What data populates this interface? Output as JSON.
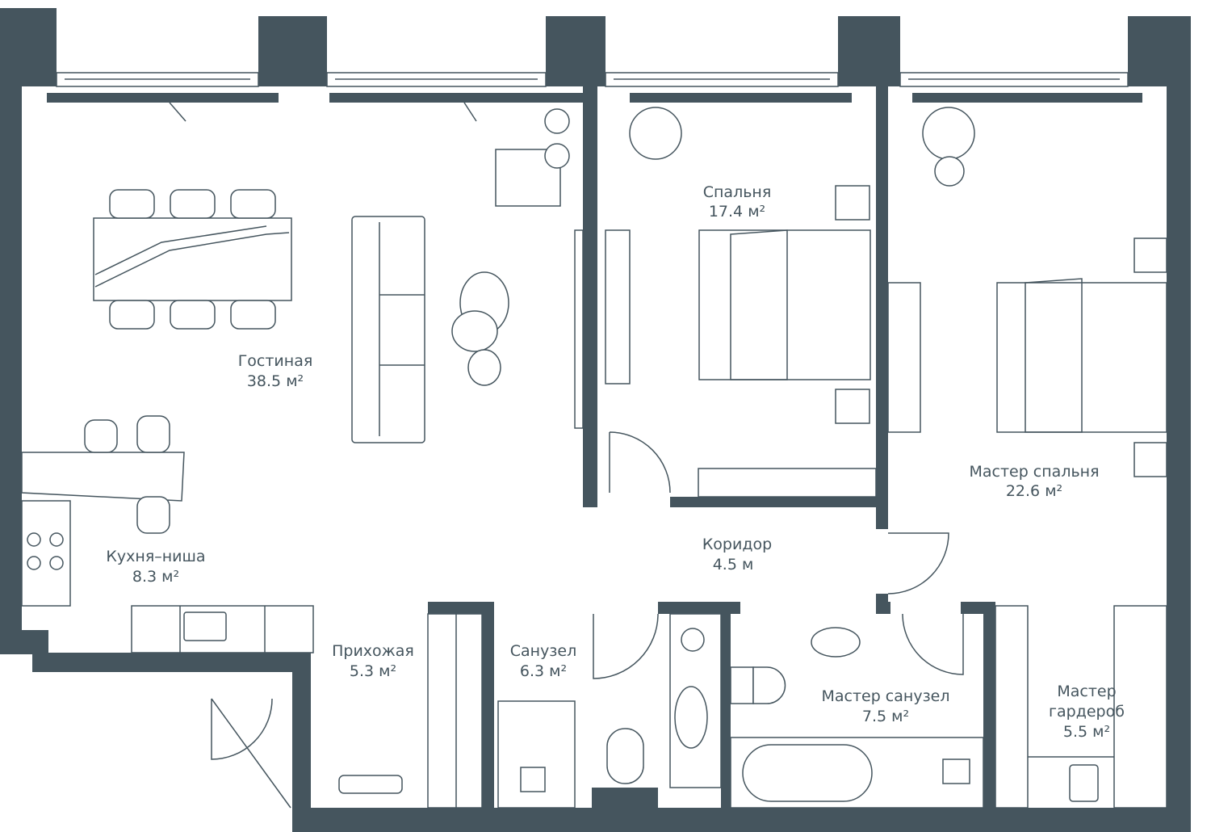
{
  "plan": {
    "wall_color": "#45555e",
    "rooms": [
      {
        "name": "Гостиная",
        "area": "38.5 м²"
      },
      {
        "name": "Спальня",
        "area": "17.4 м²"
      },
      {
        "name": "Мастер спальня",
        "area": "22.6 м²"
      },
      {
        "name": "Кухня–ниша",
        "area": "8.3 м²"
      },
      {
        "name": "Коридор",
        "area": "4.5 м"
      },
      {
        "name": "Прихожая",
        "area": "5.3 м²"
      },
      {
        "name": "Санузел",
        "area": "6.3 м²"
      },
      {
        "name": "Мастер санузел",
        "area": "7.5 м²"
      },
      {
        "name": "Мастер",
        "name2": "гардероб",
        "area": "5.5 м²"
      }
    ]
  }
}
